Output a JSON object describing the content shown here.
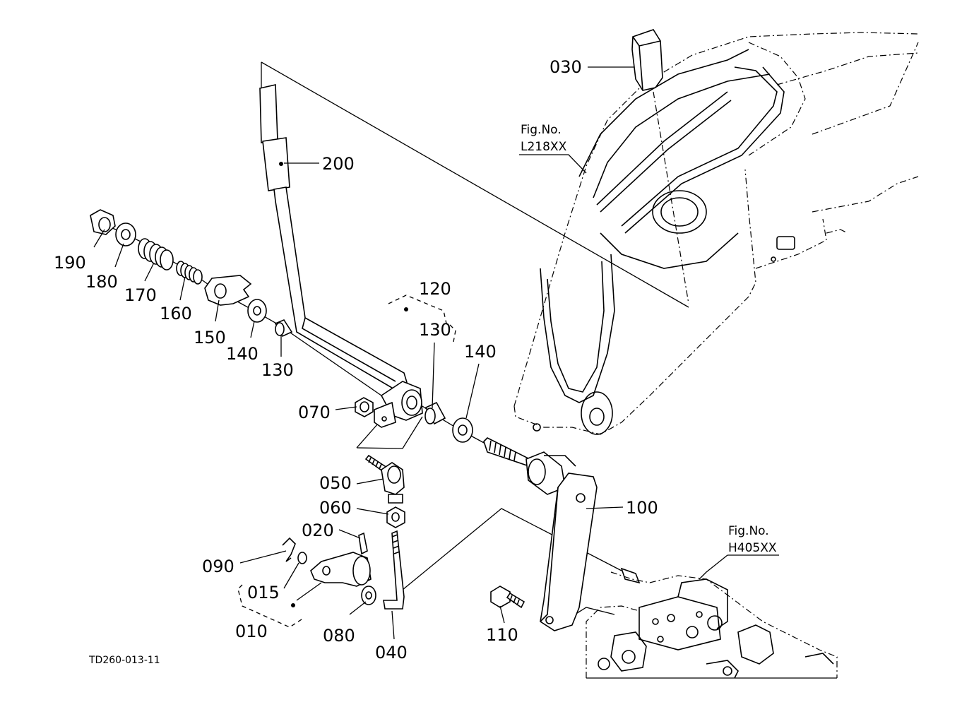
{
  "drawing_code": "TD260-013-11",
  "refs": {
    "ref1": {
      "line1": "Fig.No.",
      "line2": "L218XX"
    },
    "ref2": {
      "line1": "Fig.No.",
      "line2": "H405XX"
    }
  },
  "callouts": {
    "p030": "030",
    "p200": "200",
    "p190": "190",
    "p180": "180",
    "p170": "170",
    "p160": "160",
    "p150": "150",
    "p140a": "140",
    "p130a": "130",
    "p120": "120",
    "p130b": "130",
    "p140b": "140",
    "p070": "070",
    "p050": "050",
    "p060": "060",
    "p100": "100",
    "p020": "020",
    "p090": "090",
    "p015": "015",
    "p010": "010",
    "p080": "080",
    "p040": "040",
    "p110": "110"
  }
}
